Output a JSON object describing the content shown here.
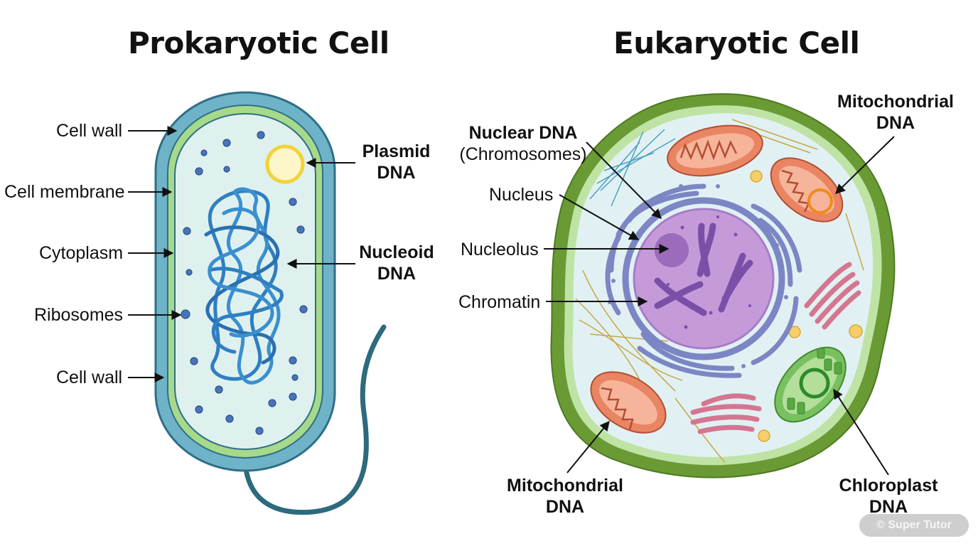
{
  "titles": {
    "prokaryotic": "Prokaryotic Cell",
    "eukaryotic": "Eukaryotic Cell"
  },
  "prokaryote_labels": {
    "cell_wall_top": "Cell wall",
    "cell_membrane": "Cell membrane",
    "cytoplasm": "Cytoplasm",
    "ribosomes": "Ribosomes",
    "cell_wall_bottom": "Cell wall",
    "plasmid_dna_line1": "Plasmid",
    "plasmid_dna_line2": "DNA",
    "nucleoid_dna_line1": "Nucleoid",
    "nucleoid_dna_line2": "DNA"
  },
  "eukaryote_labels": {
    "nuclear_dna": "Nuclear DNA",
    "chromosomes": "(Chromosomes)",
    "nucleus": "Nucleus",
    "nucleolus": "Nucleolus",
    "chromatin": "Chromatin",
    "mito_top_line1": "Mitochondrial",
    "mito_top_line2": "DNA",
    "mito_bottom_line1": "Mitochondrial",
    "mito_bottom_line2": "DNA",
    "chloroplast_line1": "Chloroplast",
    "chloroplast_line2": "DNA"
  },
  "watermark": "© Super Tutor",
  "colors": {
    "cell_wall": "#6fb3c9",
    "cell_wall_outline": "#2f6f86",
    "membrane": "#a6d98a",
    "cytoplasm": "#dff1ef",
    "dna": "#2f7fc1",
    "ribosome": "#4a74b8",
    "plasmid": "#f2d23b",
    "flagellum": "#2d6a7e",
    "plant_wall": "#6a9a34",
    "nucleus": "#a87bc9",
    "chromosome": "#7b4fa8",
    "nuclear_envelope": "#7c86c4",
    "mitochondrion": "#e98562",
    "golgi": "#d57690",
    "chloroplast": "#79c060"
  }
}
